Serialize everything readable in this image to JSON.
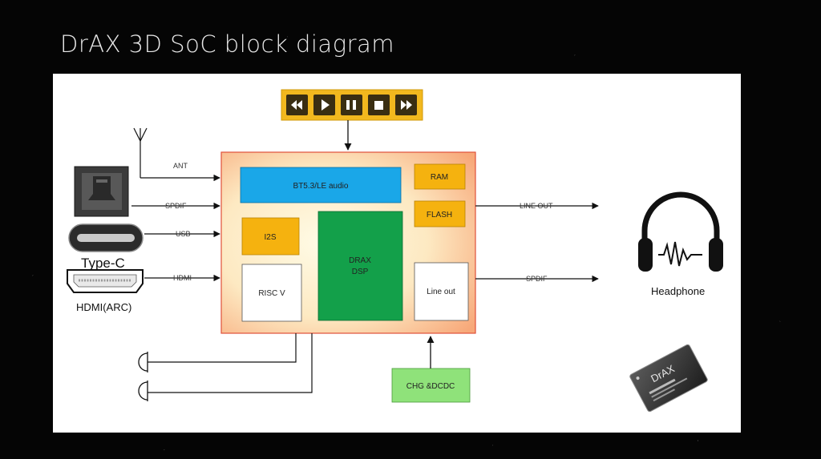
{
  "slide": {
    "title": "DrAX 3D SoC block diagram"
  },
  "diagram": {
    "blocks": {
      "bt": "BT5.3/LE audio",
      "ram": "RAM",
      "flash": "FLASH",
      "i2s": "I2S",
      "dsp_line1": "DRAX",
      "dsp_line2": "DSP",
      "riscv": "RISC V",
      "lineout": "Line out",
      "chg": "CHG &DCDC"
    },
    "inputs": {
      "ant": "ANT",
      "spdif": "SPDIF",
      "usb": "USB",
      "hdmi": "HDMI",
      "typec_label": "Type-C",
      "hdmi_label": "HDMI(ARC)"
    },
    "outputs": {
      "line_out": "LINE OUT",
      "spdif": "SPDIF",
      "headphone": "Headphone"
    },
    "chip_label": "DrAX",
    "media_controls": [
      "rewind-icon",
      "play-icon",
      "pause-icon",
      "stop-icon",
      "fast-forward-icon"
    ],
    "colors": {
      "soc_border": "#e0503a",
      "bt": "#1aa7e8",
      "memory": "#f5b20f",
      "dsp": "#13a04a",
      "chg": "#8fe27a",
      "controls_bg": "#f2b81e",
      "controls_btn": "#3a2e12"
    }
  }
}
